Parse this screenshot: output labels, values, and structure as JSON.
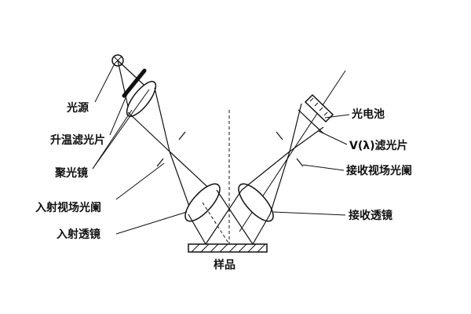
{
  "labels": {
    "light_source": "光源",
    "heat_filter": "升温滤光片",
    "condenser": "聚光镜",
    "entrance_stop": "入射视场光阑",
    "entrance_lens": "入射透镜",
    "sample": "样品",
    "photocell": "光电池",
    "v_filter": "V(λ)滤光片",
    "receive_stop": "接收视场光阑",
    "receive_lens": "接收透镜"
  }
}
